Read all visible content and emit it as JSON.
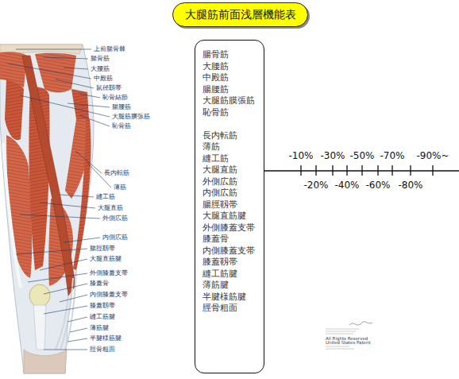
{
  "diagram": {
    "title": "大腿筋前面浅層機能表",
    "nodes": [
      {
        "text": [
          "腸骨筋",
          "大腰筋",
          "中殿筋",
          "腸腰筋",
          "大腿筋膜張筋",
          "恥骨筋",
          "長内転筋",
          "薄筋",
          "縫工筋",
          "大腿直筋",
          "外側広筋",
          "内側広筋",
          "腸脛靱帯",
          "大腿直筋腱",
          "外側膝蓋支帯",
          "膝蓋骨",
          "内側膝蓋支帯",
          "膝蓋靱帯",
          "縫工筋腱",
          "薄筋腱",
          "半腱様筋腱",
          "脛骨粗面"
        ]
      }
    ],
    "labels": [
      "上前腸骨棘",
      "腸骨筋",
      "大腰筋",
      "中殿筋",
      "鼠径靱帯",
      "恥骨結節",
      "腸腰筋",
      "大腿筋膜張筋",
      "恥骨筋",
      "長内転筋",
      "薄筋",
      "縫工筋",
      "大腿直筋",
      "外側広筋",
      "内側広筋",
      "腸脛靱帯",
      "大腿直筋腱",
      "外側膝蓋支帯",
      "膝蓋骨",
      "内側膝蓋支帯",
      "膝蓋靱帯",
      "縫工筋腱",
      "薄筋腱",
      "半腱様筋腱",
      "脛骨粗面",
      "-10%",
      "-30%",
      "-50%",
      "-70%",
      "-90%~",
      "-20%",
      "-40%",
      "-60%",
      "-80%",
      "All Rights Reserved",
      "United States Patent"
    ]
  }
}
